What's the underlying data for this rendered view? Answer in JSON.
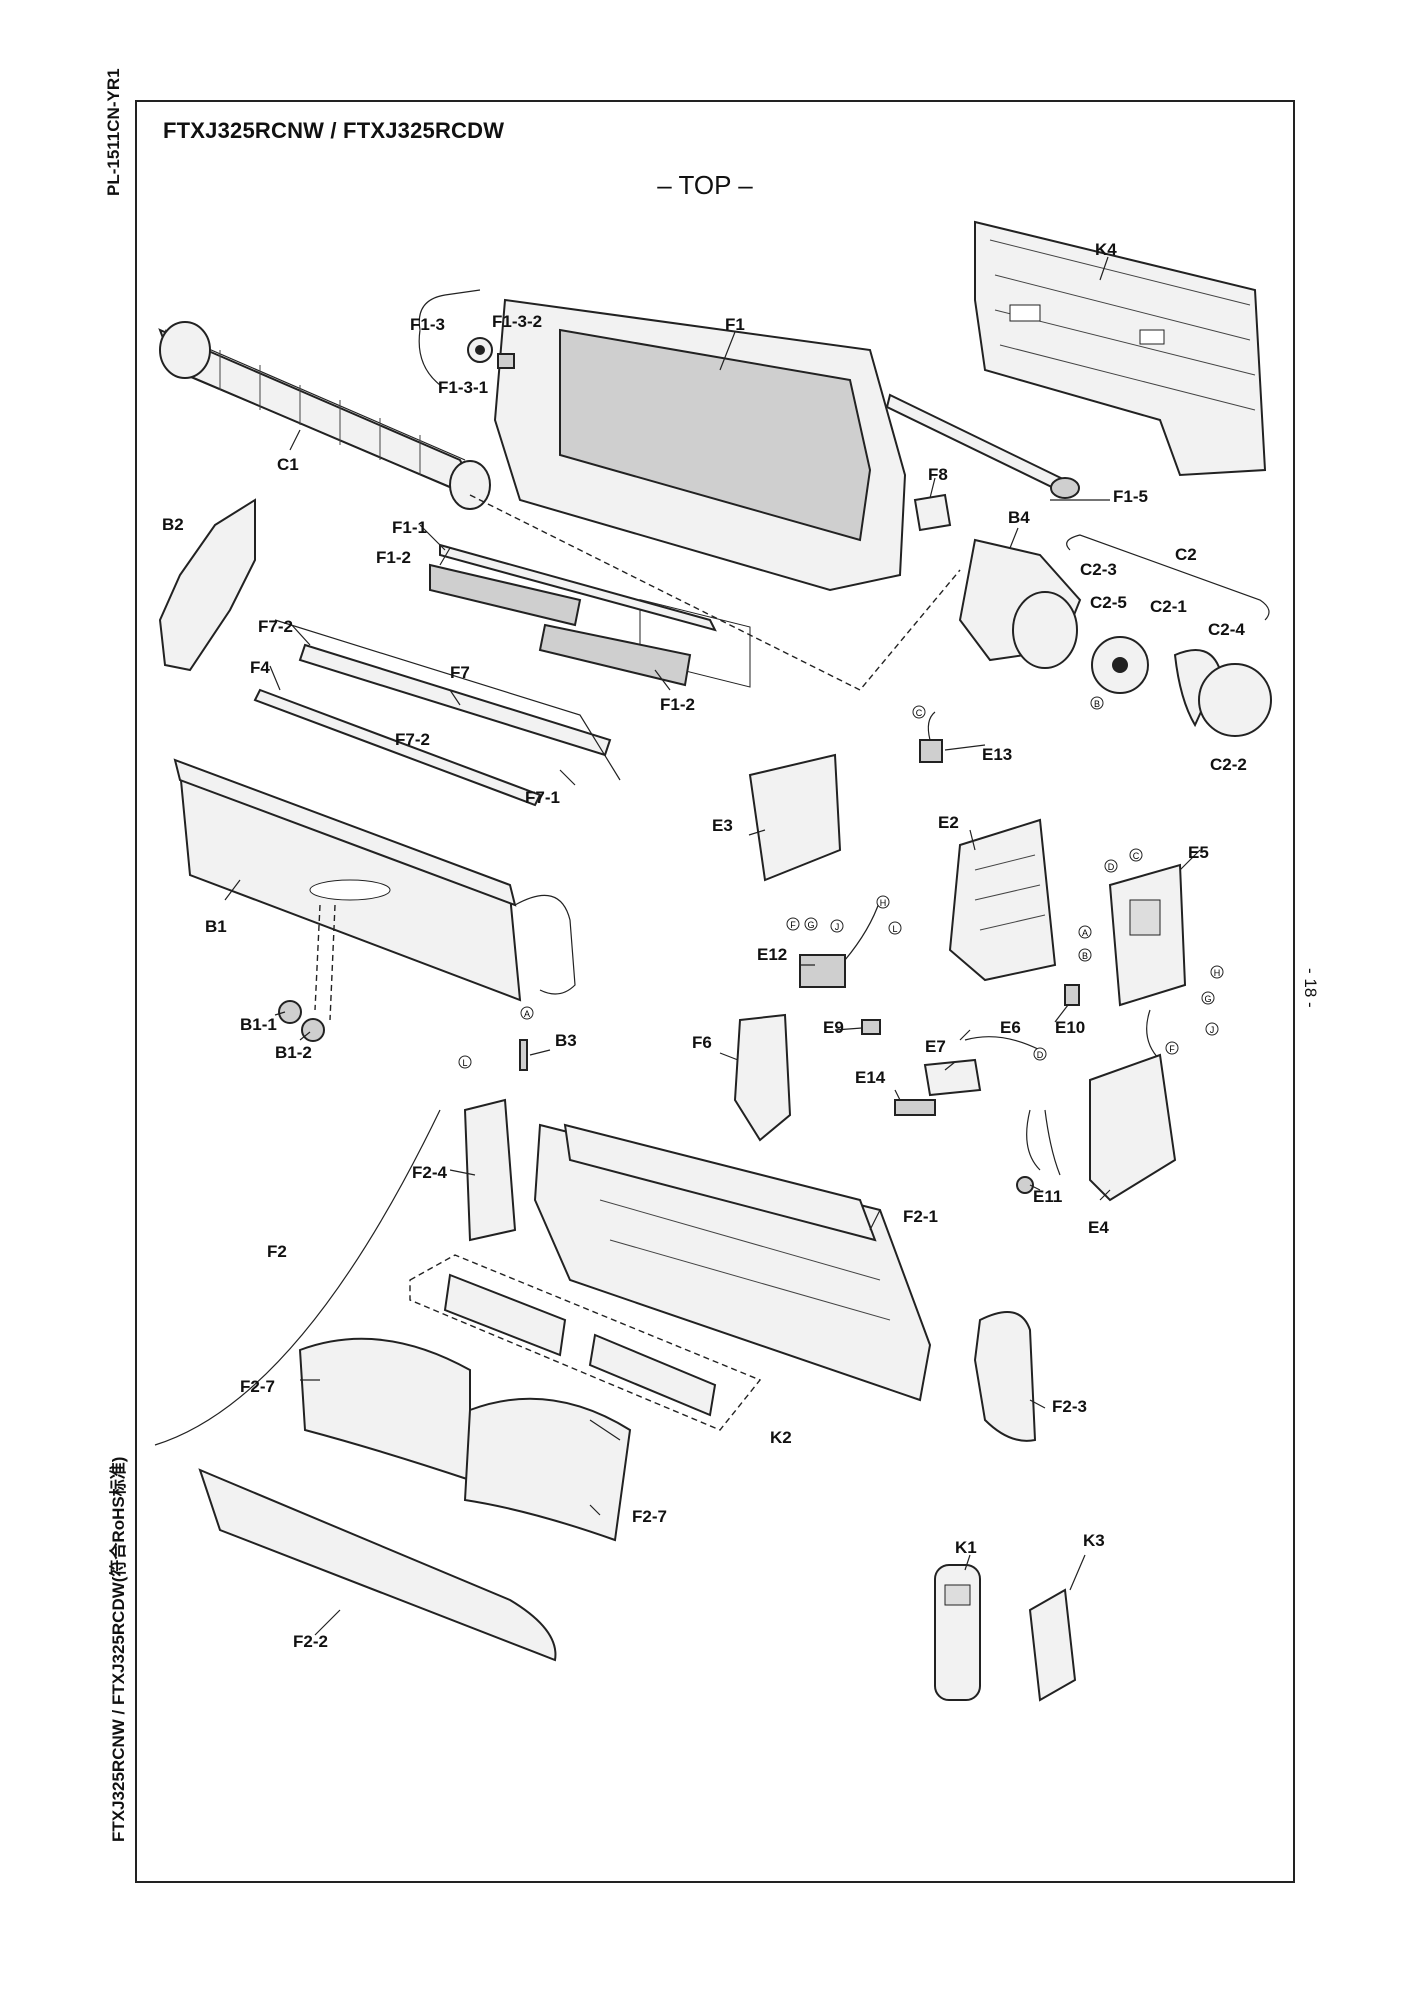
{
  "document": {
    "model_title": "FTXJ325RCNW / FTXJ325RCDW",
    "view_title": "– TOP –",
    "side_code": "PL-1511CN-YR1",
    "side_models": "FTXJ325RCNW / FTXJ325RCDW(符合RoHS标准)",
    "page_number": "- 18 -"
  },
  "parts": {
    "K4": "K4",
    "F1": "F1",
    "F1_3": "F1-3",
    "F1_3_2": "F1-3-2",
    "F1_3_1": "F1-3-1",
    "C1": "C1",
    "F8": "F8",
    "F1_5": "F1-5",
    "B4": "B4",
    "B2": "B2",
    "F1_1": "F1-1",
    "F1_2a": "F1-2",
    "F1_2b": "F1-2",
    "C2": "C2",
    "C2_3": "C2-3",
    "C2_5": "C2-5",
    "C2_1": "C2-1",
    "C2_4": "C2-4",
    "C2_2": "C2-2",
    "F7_2a": "F7-2",
    "F4": "F4",
    "F7": "F7",
    "F7_2b": "F7-2",
    "F7_1": "F7-1",
    "E13": "E13",
    "E3": "E3",
    "E2": "E2",
    "E5": "E5",
    "B1": "B1",
    "E12": "E12",
    "B1_1": "B1-1",
    "B1_2": "B1-2",
    "B3": "B3",
    "F6": "F6",
    "E9": "E9",
    "E6": "E6",
    "E10": "E10",
    "E7": "E7",
    "E14": "E14",
    "E11": "E11",
    "E4": "E4",
    "F2_4": "F2-4",
    "F2_1": "F2-1",
    "F2": "F2",
    "F2_7a": "F2-7",
    "F2_7b": "F2-7",
    "K2": "K2",
    "F2_3": "F2-3",
    "F2_2": "F2-2",
    "K1": "K1",
    "K3": "K3"
  },
  "connector_marks": {
    "A": "A",
    "B": "B",
    "C": "C",
    "D": "D",
    "F": "F",
    "G": "G",
    "H": "H",
    "J": "J",
    "L": "L"
  }
}
